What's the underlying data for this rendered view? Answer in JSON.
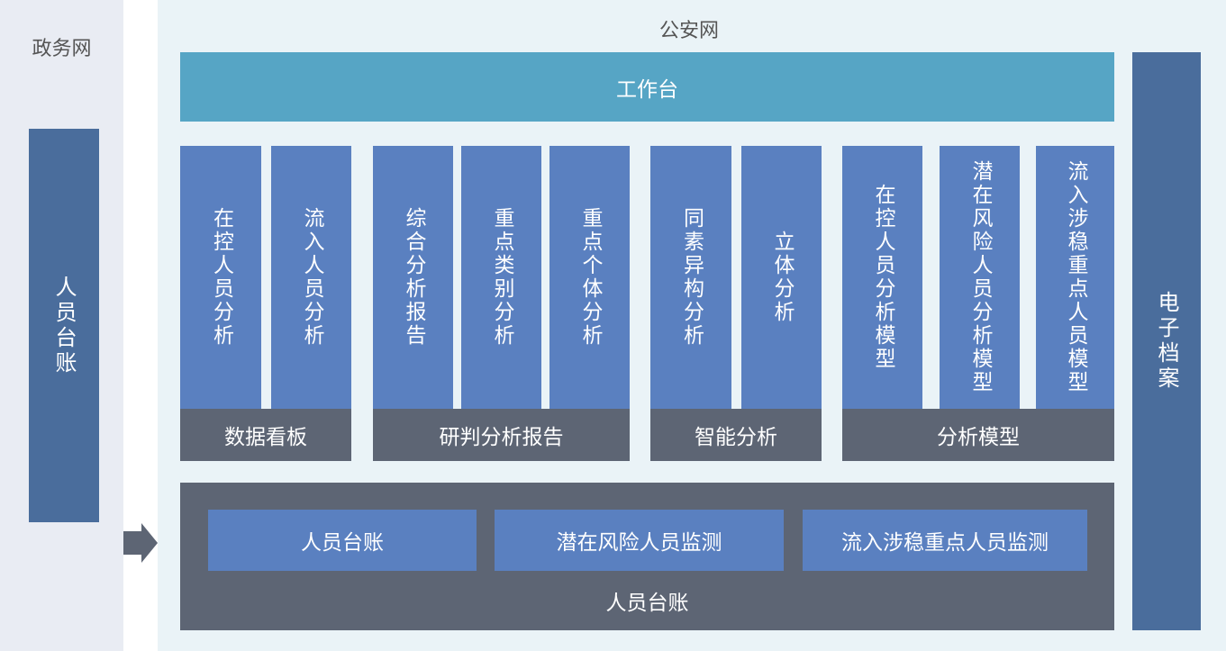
{
  "left_zone": {
    "title": "政务网",
    "bar": "人员台账"
  },
  "right_zone": {
    "title": "公安网",
    "workbench": "工作台",
    "archive": "电子档案"
  },
  "groups": [
    {
      "label": "数据看板",
      "items": [
        "在控人员分析",
        "流入人员分析"
      ]
    },
    {
      "label": "研判分析报告",
      "items": [
        "综合分析报告",
        "重点类别分析",
        "重点个体分析"
      ]
    },
    {
      "label": "智能分析",
      "items": [
        "同素异构分析",
        "立体分析"
      ]
    },
    {
      "label": "分析模型",
      "items": [
        "在控人员分析模型",
        "潜在风险人员分析模型",
        "流入涉稳重点人员模型"
      ]
    }
  ],
  "ledger": {
    "label": "人员台账",
    "buttons": [
      "人员台账",
      "潜在风险人员监测",
      "流入涉稳重点人员监测"
    ]
  },
  "colors": {
    "blue": "#5a80c0",
    "teal": "#56a5c5",
    "dark": "#5d6574",
    "navy": "#4a6d9c"
  }
}
